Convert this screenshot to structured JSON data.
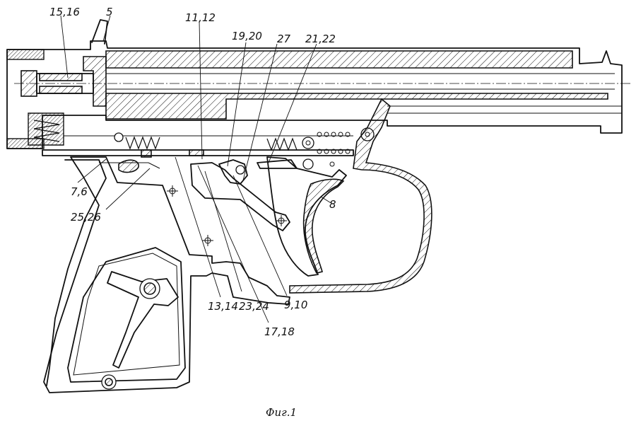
{
  "caption": "Фиг.1",
  "labels": {
    "l_15_16": "15,16",
    "l_5": "5",
    "l_11_12": "11,12",
    "l_19_20": "19,20",
    "l_27": "27",
    "l_21_22": "21,22",
    "l_7_6": "7,6",
    "l_8": "8",
    "l_25_26": "25,26",
    "l_13_14": "13,14",
    "l_23_24": "23,24",
    "l_9_10": "9,10",
    "l_17_18": "17,18"
  }
}
